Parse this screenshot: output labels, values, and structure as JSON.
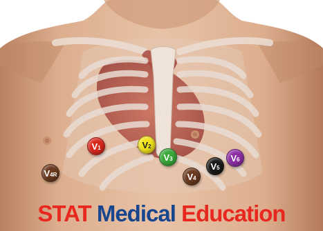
{
  "image": {
    "brand_words": [
      {
        "text": "STAT",
        "color": "#e8281f"
      },
      {
        "text": "Medical",
        "color": "#17468e"
      },
      {
        "text": "Education",
        "color": "#e8281f"
      }
    ]
  },
  "electrodes": [
    {
      "letter": "V",
      "sub": "1",
      "color": "#d9281d",
      "text_color": "#ffffff"
    },
    {
      "letter": "V",
      "sub": "2",
      "color": "#f2e41c",
      "text_color": "#222222"
    },
    {
      "letter": "V",
      "sub": "3",
      "color": "#3aa93a",
      "text_color": "#ffffff"
    },
    {
      "letter": "V",
      "sub": "4",
      "color": "#6b3a1f",
      "text_color": "#ffffff"
    },
    {
      "letter": "V",
      "sub": "5",
      "color": "#1a1a1a",
      "text_color": "#ffffff"
    },
    {
      "letter": "V",
      "sub": "6",
      "color": "#8e2fa6",
      "text_color": "#ffffff"
    },
    {
      "letter": "V",
      "sub": "4R",
      "color": "#6b3a1f",
      "text_color": "#ffffff"
    }
  ]
}
